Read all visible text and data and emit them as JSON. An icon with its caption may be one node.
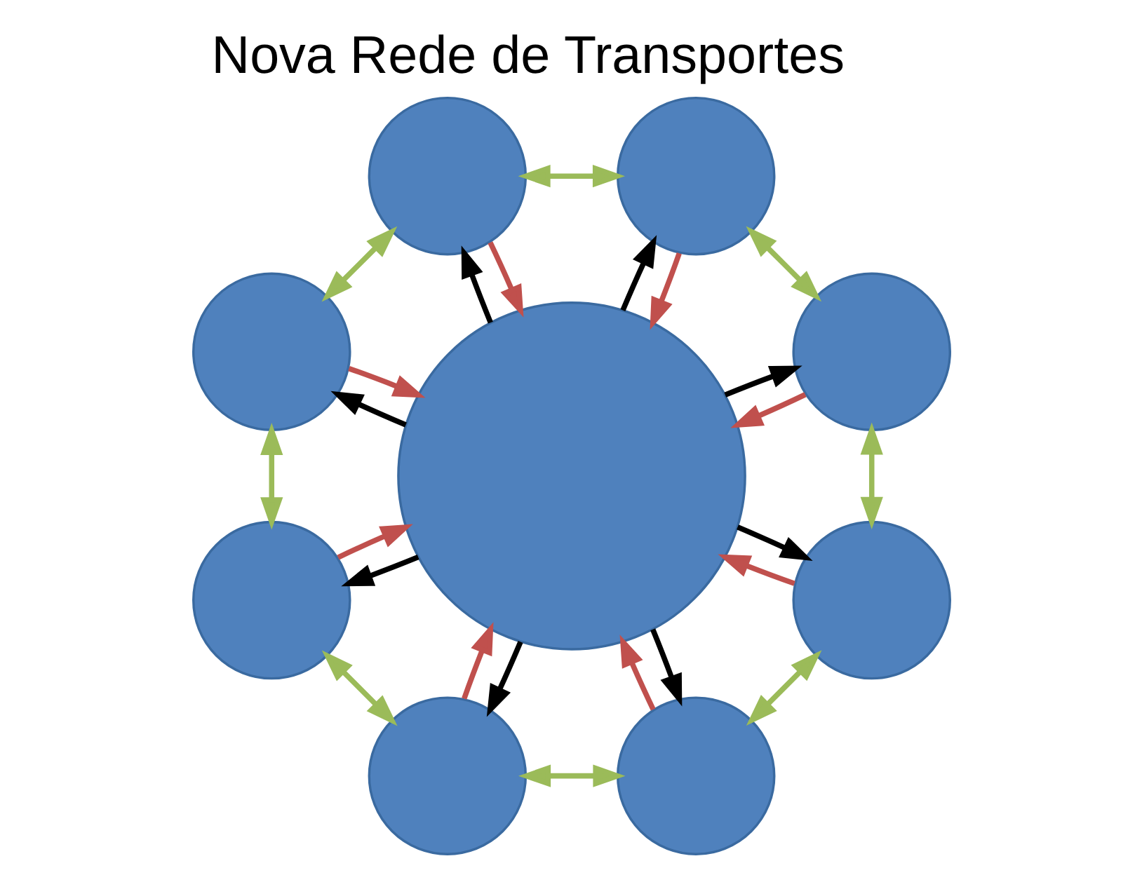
{
  "diagram": {
    "title": "Nova Rede de Transportes",
    "nodes": [
      {
        "text": [],
        "shape": "circle"
      },
      {
        "text": [],
        "shape": "circle"
      },
      {
        "text": [],
        "shape": "circle"
      },
      {
        "text": [],
        "shape": "circle"
      },
      {
        "text": [],
        "shape": "circle"
      },
      {
        "text": [],
        "shape": "circle"
      },
      {
        "text": [],
        "shape": "circle"
      },
      {
        "text": [],
        "shape": "circle"
      },
      {
        "text": [],
        "shape": "circle"
      }
    ],
    "edges": [
      {
        "from": 5,
        "to": 0,
        "arrow": "to"
      },
      {
        "from": 0,
        "to": 5,
        "arrow": "to",
        "color": "#c0504d"
      },
      {
        "from": 5,
        "to": 1,
        "arrow": "to"
      },
      {
        "from": 1,
        "to": 5,
        "arrow": "to",
        "color": "#c0504d"
      },
      {
        "from": 5,
        "to": 2,
        "arrow": "to"
      },
      {
        "from": 2,
        "to": 5,
        "arrow": "to",
        "color": "#c0504d"
      },
      {
        "from": 5,
        "to": 3,
        "arrow": "to"
      },
      {
        "from": 3,
        "to": 5,
        "arrow": "to",
        "color": "#c0504d"
      },
      {
        "from": 5,
        "to": 4,
        "arrow": "to"
      },
      {
        "from": 4,
        "to": 5,
        "arrow": "to",
        "color": "#c0504d"
      },
      {
        "from": 5,
        "to": 6,
        "arrow": "to"
      },
      {
        "from": 6,
        "to": 5,
        "arrow": "to",
        "color": "#c0504d"
      },
      {
        "from": 5,
        "to": 7,
        "arrow": "to"
      },
      {
        "from": 7,
        "to": 5,
        "arrow": "to",
        "color": "#c0504d"
      },
      {
        "from": 5,
        "to": 8,
        "arrow": "to"
      },
      {
        "from": 8,
        "to": 5,
        "arrow": "to",
        "color": "#c0504d"
      },
      {
        "from": 4,
        "to": 1,
        "arrow": "both",
        "color": "#9bbb59"
      },
      {
        "from": 1,
        "to": 2,
        "arrow": "both",
        "color": "#9bbb59"
      },
      {
        "from": 2,
        "to": 0,
        "arrow": "both",
        "color": "#9bbb59"
      },
      {
        "from": 0,
        "to": 3,
        "arrow": "both",
        "color": "#9bbb59"
      },
      {
        "from": 3,
        "to": 7,
        "arrow": "both",
        "color": "#9bbb59"
      },
      {
        "from": 7,
        "to": 8,
        "arrow": "both",
        "color": "#9bbb59"
      },
      {
        "from": 8,
        "to": 6,
        "arrow": "both",
        "color": "#9bbb59"
      },
      {
        "from": 6,
        "to": 4,
        "arrow": "both",
        "color": "#9bbb59"
      }
    ]
  }
}
